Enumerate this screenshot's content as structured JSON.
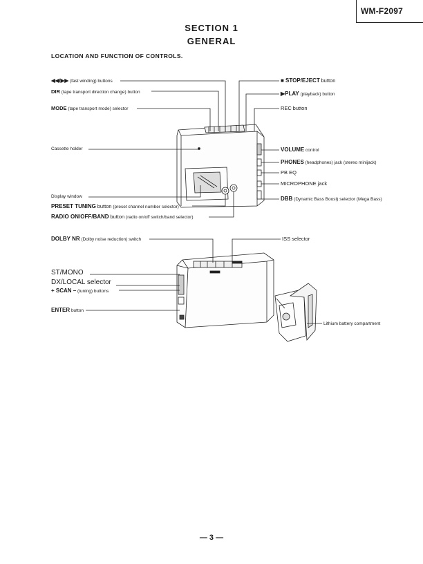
{
  "header": {
    "model": "WM-F2097"
  },
  "section": {
    "number": "SECTION 1",
    "title": "GENERAL"
  },
  "heading": "LOCATION AND FUNCTION OF CONTROLS.",
  "labels": {
    "fast_wind": {
      "key": "◀◀/▶▶",
      "desc": "(fast winding) buttons"
    },
    "dir": {
      "key": "DIR",
      "desc": "(tape transport direction change) button"
    },
    "mode": {
      "key": "MODE",
      "desc": "(tape transport mode) selector"
    },
    "cassette_holder": "Cassette holder",
    "display_window": "Display window",
    "preset_tuning": {
      "key": "PRESET TUNING",
      "desc1": "button",
      "desc2": "(preset channel number selector)"
    },
    "radio": {
      "key": "RADIO ON/OFF/BAND",
      "desc1": "button",
      "desc2": "(radio on/off switch/band selector)"
    },
    "stop_eject": {
      "key": "■ STOP/EJECT",
      "desc": "button"
    },
    "play": {
      "key": "▶PLAY",
      "desc": "(playback) button"
    },
    "rec": {
      "key": "REC",
      "desc": "button"
    },
    "volume": {
      "key": "VOLUME",
      "desc": "control"
    },
    "phones": {
      "key": "PHONES",
      "desc": "(headphones) jack (stereo minijack)"
    },
    "pb_eq": "PB EQ",
    "microphone": "MICROPHONE jack",
    "dbb": {
      "key": "DBB",
      "desc": "(Dynamic Bass Boost) selector (Mega Bass)"
    },
    "dolby": {
      "key": "DOLBY NR",
      "desc": "(Dolby noise reduction) switch"
    },
    "iss": "ISS selector",
    "st_mono": "ST/MONO",
    "dx_local": "DX/LOCAL selector",
    "scan": {
      "key": "+ SCAN –",
      "desc": "(tuning) buttons"
    },
    "enter": {
      "key": "ENTER",
      "desc": "button"
    },
    "battery": "Lithium battery compartment"
  },
  "footer": {
    "page": "— 3 —"
  }
}
